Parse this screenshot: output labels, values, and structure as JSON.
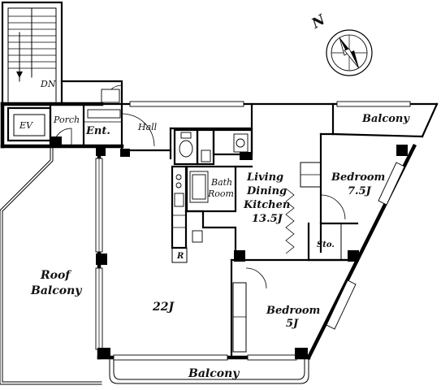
{
  "rooms": {
    "dn": "DN",
    "ev": "EV",
    "porch": "Porch",
    "entrance": "Ent.",
    "hall": "Hall",
    "balcony_top": "Balcony",
    "bath_1": "Bath",
    "bath_2": "Room",
    "ldk_1": "Living",
    "ldk_2": "Dining",
    "ldk_3": "Kitchen",
    "ldk_4": "13.5J",
    "bedroom1_1": "Bedroom",
    "bedroom1_2": "7.5J",
    "storage": "Sto.",
    "refrigerator": "R",
    "roof_1": "Roof",
    "roof_2": "Balcony",
    "main_room": "22J",
    "bedroom2_1": "Bedroom",
    "bedroom2_2": "5J",
    "balcony_bottom": "Balcony"
  },
  "compass": {
    "north": "N"
  }
}
